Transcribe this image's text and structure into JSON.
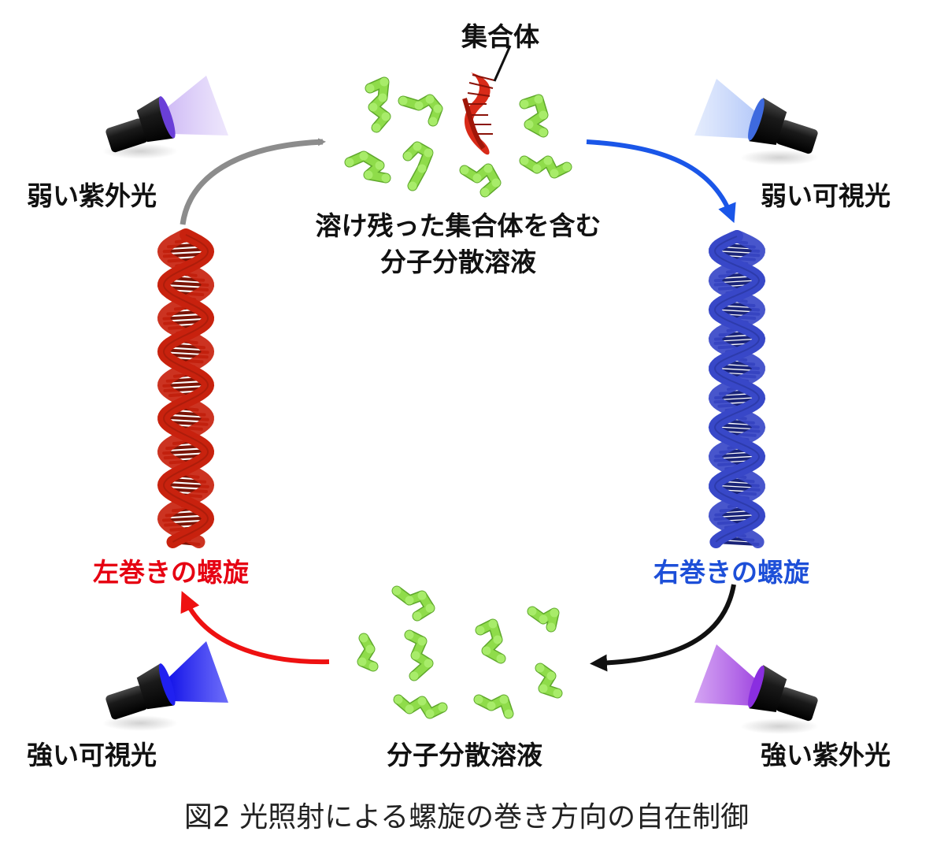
{
  "labels": {
    "aggregate": "集合体",
    "top_solution_line1": "溶け残った集合体を含む",
    "top_solution_line2": "分子分散溶液",
    "bottom_solution": "分子分散溶液",
    "left_helix": "左巻きの螺旋",
    "right_helix": "右巻きの螺旋",
    "top_left_light": "弱い紫外光",
    "top_right_light": "弱い可視光",
    "bottom_left_light": "強い可視光",
    "bottom_right_light": "強い紫外光"
  },
  "caption": "図2 光照射による螺旋の巻き方向の自在制御",
  "colors": {
    "left_helix": "#c8220e",
    "right_helix": "#3848c8",
    "left_helix_label": "#e60012",
    "right_helix_label": "#1d4fd8",
    "molecules": "#8fdc4a",
    "arrow_top_left": "#8c8c8c",
    "arrow_top_right": "#1a56e8",
    "arrow_bottom_right": "#111111",
    "arrow_bottom_left": "#ee1111",
    "weak_uv_beam": "#d6c4f6",
    "weak_visible_beam": "#c6d6fb",
    "strong_visible_beam": "#1e18f0",
    "strong_uv_beam": "#b56ae6"
  },
  "icons": [
    "flashlight-icon",
    "helix-icon",
    "molecule-icon",
    "arrow-icon"
  ]
}
